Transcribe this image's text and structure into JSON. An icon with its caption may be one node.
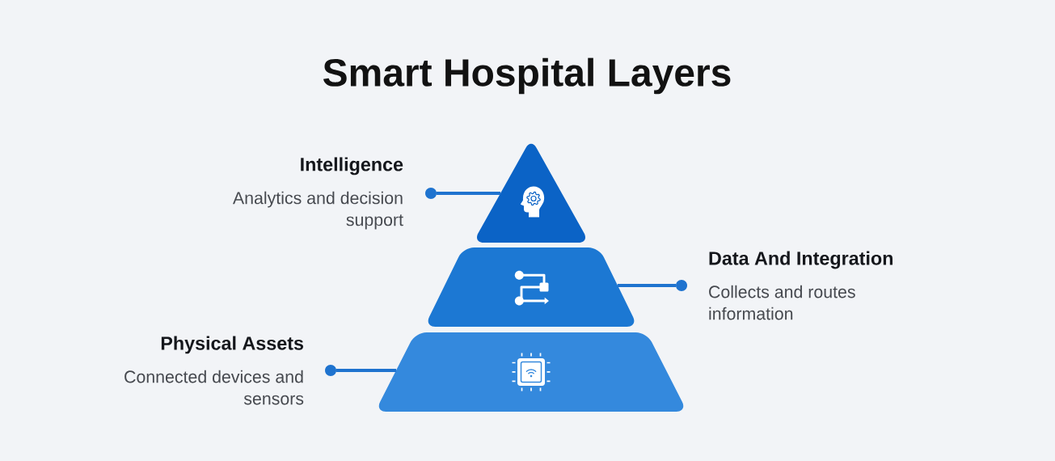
{
  "diagram": {
    "title": "Smart Hospital Layers",
    "nodes": [
      {
        "text": [],
        "shape": "triangle"
      },
      {
        "text": [
          "Intelligence",
          "Analytics and decision support"
        ]
      },
      {
        "text": [],
        "shape": "trapezoid"
      },
      {
        "text": [
          "Data And Integration",
          "Collects and routes information"
        ]
      },
      {
        "text": [],
        "shape": "trapezoid"
      },
      {
        "text": [
          "Physical Assets",
          "Connected devices and sensors"
        ]
      }
    ],
    "edges": [
      {
        "from": 1,
        "to": 0,
        "arrow": "other"
      },
      {
        "from": 3,
        "to": 2,
        "arrow": "other"
      },
      {
        "from": 5,
        "to": 4,
        "arrow": "other"
      }
    ]
  }
}
